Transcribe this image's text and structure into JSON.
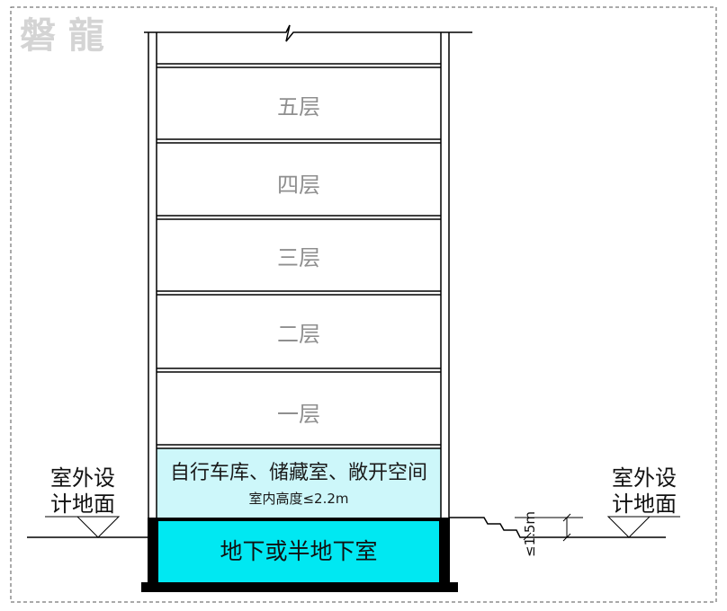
{
  "logo": {
    "text": "磐 龍"
  },
  "floors": [
    {
      "label": "五层"
    },
    {
      "label": "四层"
    },
    {
      "label": "三层"
    },
    {
      "label": "二层"
    },
    {
      "label": "一层"
    }
  ],
  "storage": {
    "title": "自行车库、储藏室、敞开空间",
    "subtitle": "室内高度≤2.2m"
  },
  "basement": {
    "label": "地下或半地下室"
  },
  "ground_left": {
    "line1": "室外设",
    "line2": "计地面"
  },
  "ground_right": {
    "line1": "室外设",
    "line2": "计地面"
  },
  "dimension": {
    "label": "≤1.5m"
  },
  "colors": {
    "storage_fill": "#cdf7fa",
    "basement_fill": "#00e8f2",
    "floor_text": "#8f8f8f",
    "logo": "#d4d4d4"
  }
}
